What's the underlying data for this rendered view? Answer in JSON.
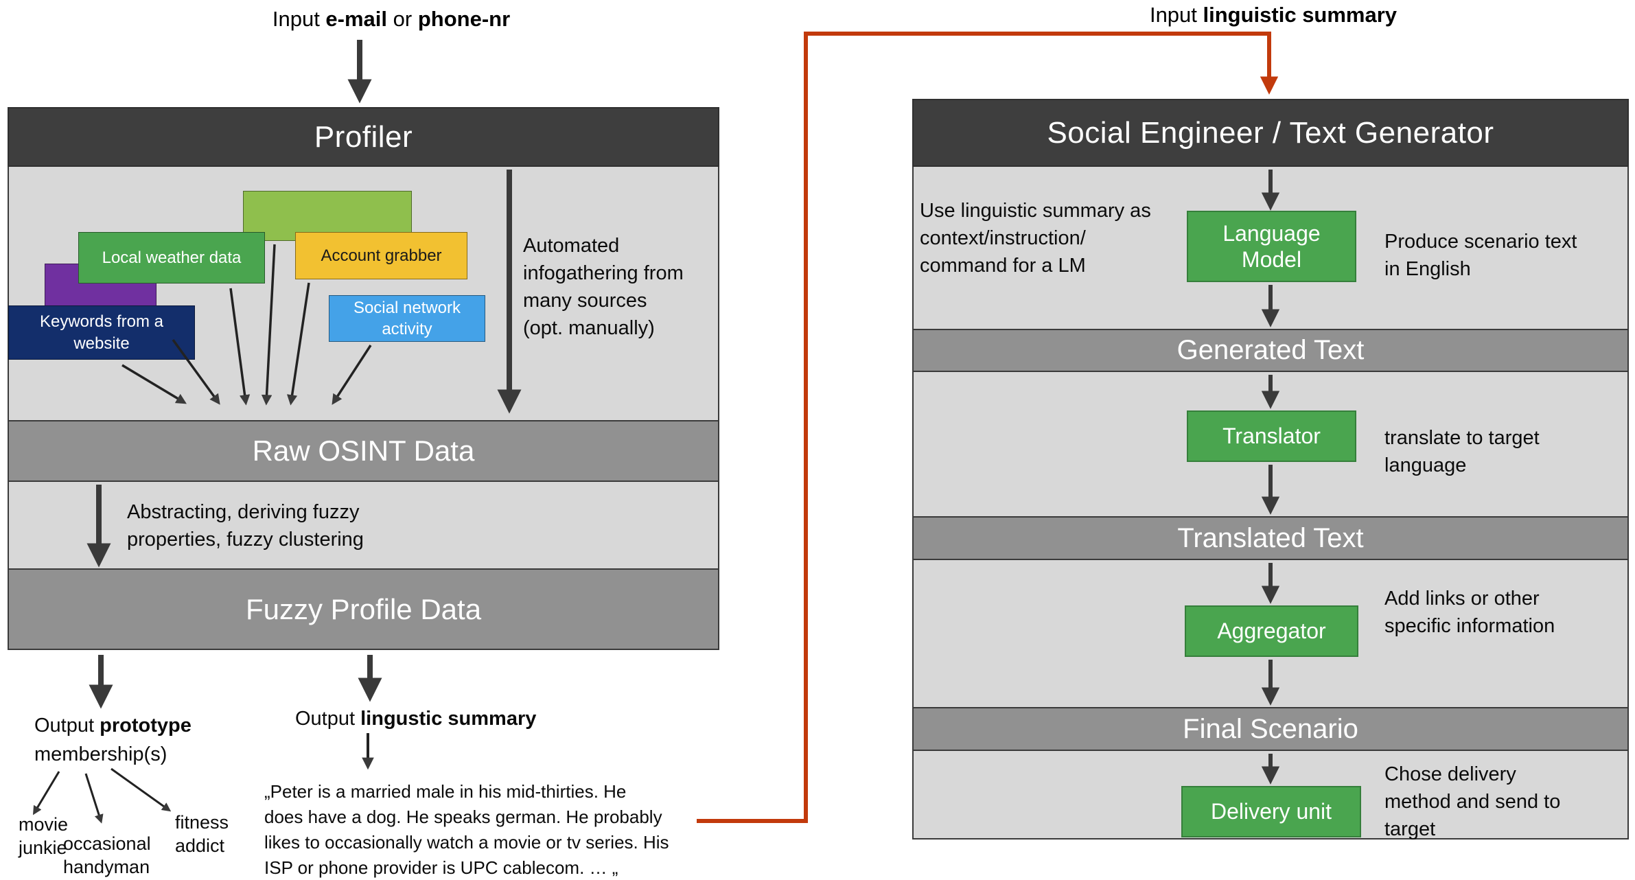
{
  "palette": {
    "header_dark": "#3e3e3e",
    "panel_light": "#d8d8d8",
    "bar_gray": "#919191",
    "green": "#4aa54f",
    "light_green": "#8fbf4d",
    "yellow": "#f2c131",
    "purple": "#7030a0",
    "navy": "#132e6b",
    "blue": "#44a2e8",
    "arrow_dark": "#3a3a3a",
    "red_connector": "#c23a0c"
  },
  "left_input": {
    "prefix": "Input ",
    "bold1": "e-mail",
    "mid": " or ",
    "bold2": "phone-nr"
  },
  "profiler": {
    "title": "Profiler",
    "sources": {
      "local_weather": "Local weather data",
      "account_grabber": "Account grabber",
      "keywords": "Keywords from a website",
      "social_network": "Social network activity"
    },
    "side_note_lines": [
      "Automated",
      "infogathering from",
      "many sources",
      "(opt. manually)"
    ],
    "raw_bar": "Raw OSINT Data",
    "abstracting_lines": [
      "Abstracting, deriving fuzzy",
      "properties, fuzzy clustering"
    ],
    "fuzzy_bar": "Fuzzy Profile Data"
  },
  "outputs": {
    "prototype_prefix": "Output ",
    "prototype_bold": "prototype",
    "prototype_line2": "membership(s)",
    "clusters": [
      "movie junkie",
      "occasional handyman",
      "fitness addict"
    ],
    "summary_prefix": "Output ",
    "summary_bold": "lingustic summary",
    "quote_lines": [
      "„Peter is a married male in his mid-thirties. He",
      "does have a dog.  He speaks german. He probably",
      "likes to occasionally watch a movie or tv series.  His",
      "ISP or phone provider is UPC cablecom. … „"
    ]
  },
  "generator": {
    "input_prefix": "Input ",
    "input_bold": "linguistic summary",
    "title": "Social Engineer / Text Generator",
    "left_note_lines": [
      "Use linguistic summary as",
      "context/instruction/",
      "command for a LM"
    ],
    "steps": {
      "language_model": "Language Model",
      "translator": "Translator",
      "aggregator": "Aggregator",
      "delivery_unit": "Delivery unit"
    },
    "bars": {
      "generated": "Generated Text",
      "translated": "Translated Text",
      "final": "Final Scenario"
    },
    "notes": {
      "language_model_lines": [
        "Produce scenario text",
        "in English"
      ],
      "translator_lines": [
        "translate to target",
        "language"
      ],
      "aggregator_lines": [
        "Add links or other",
        "specific information"
      ],
      "delivery_unit_lines": [
        "Chose delivery",
        "method and send to",
        "target"
      ]
    }
  }
}
